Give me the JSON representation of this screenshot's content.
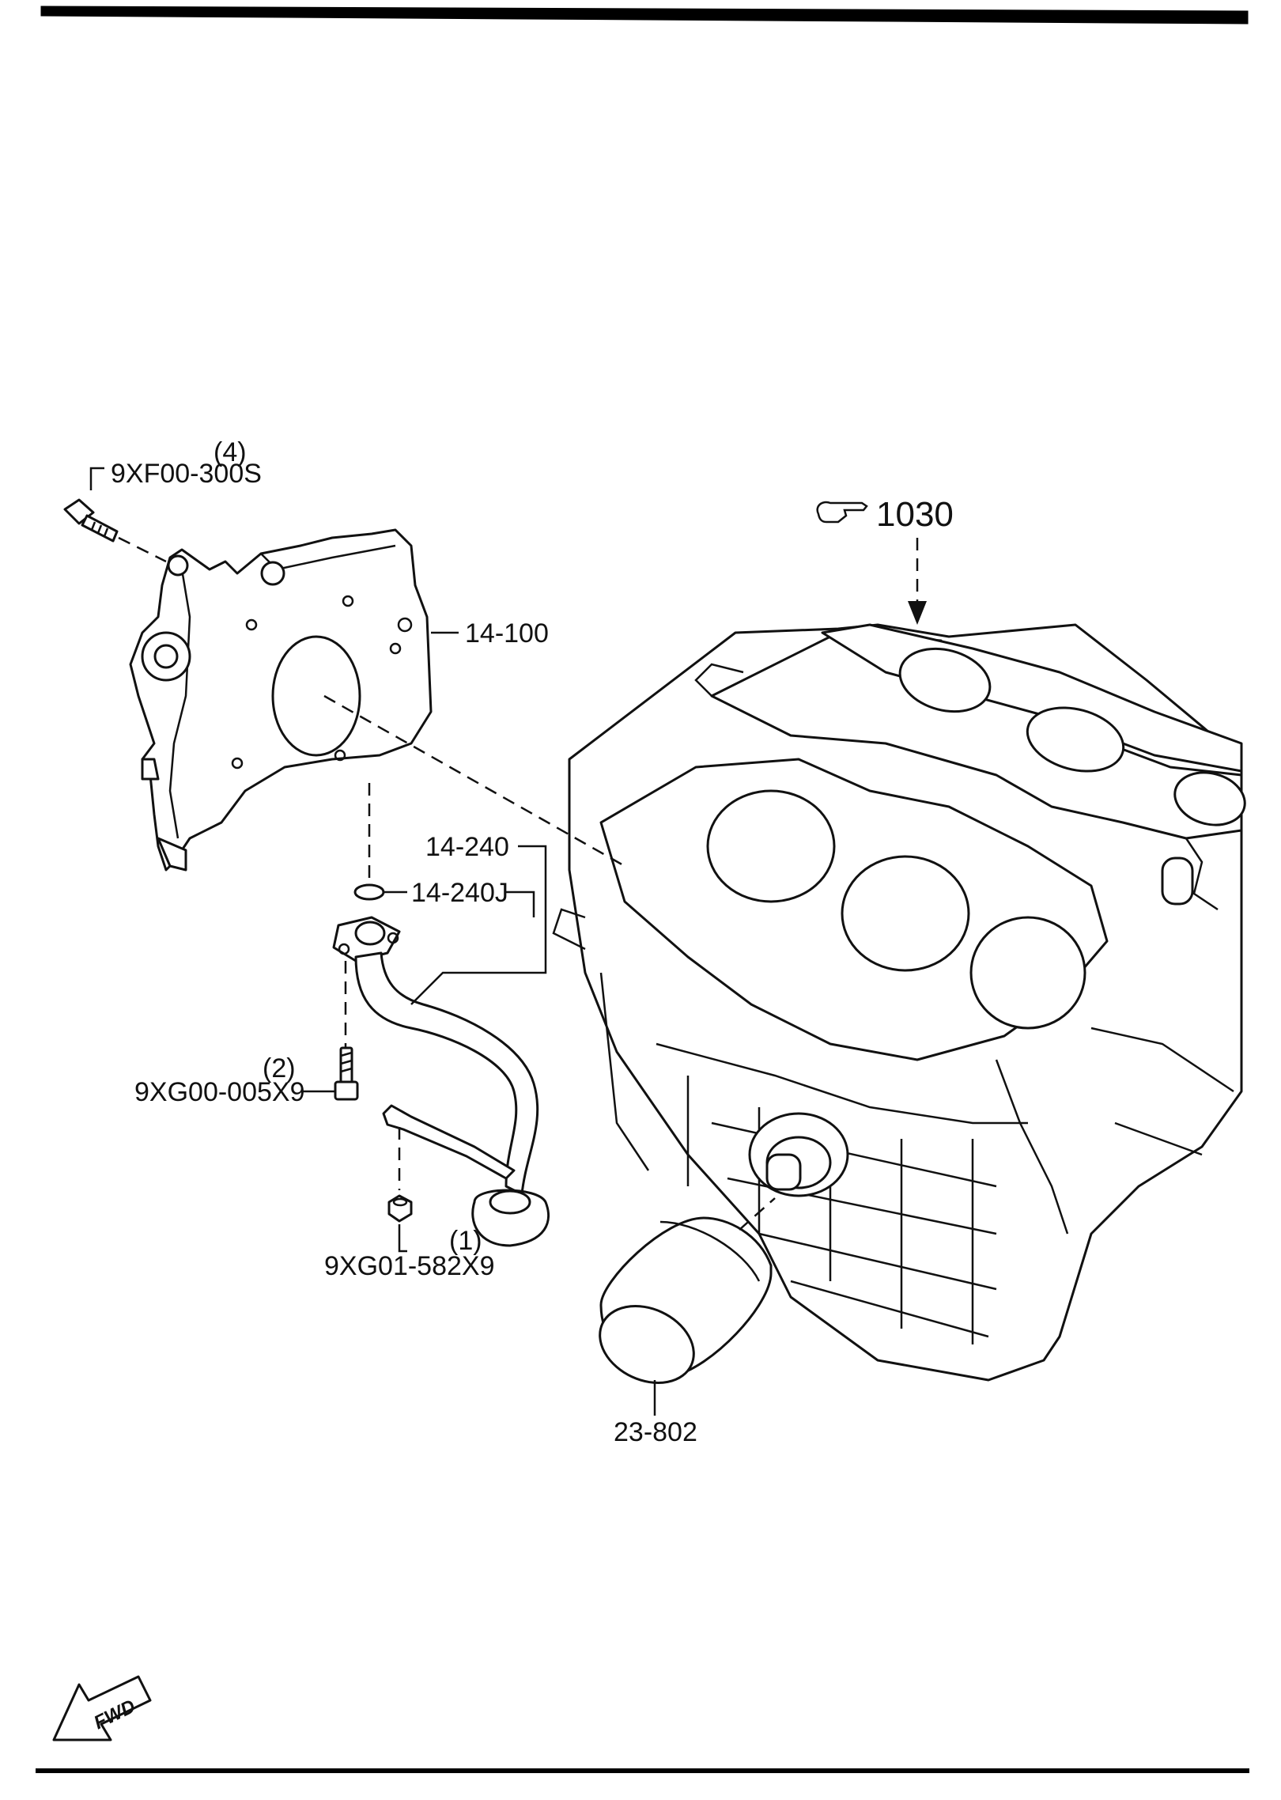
{
  "parts": {
    "bolt_top": {
      "number": "9XF00-300S",
      "qty": "(4)"
    },
    "front_cover": {
      "number": "14-100"
    },
    "ref_block": {
      "number": "1030"
    },
    "oil_strainer": {
      "number": "14-240"
    },
    "gasket": {
      "number": "14-240J"
    },
    "bolt_strainer": {
      "number": "9XG00-005X9",
      "qty": "(2)"
    },
    "nut_strainer": {
      "number": "9XG01-582X9",
      "qty": "(1)"
    },
    "oil_filter": {
      "number": "23-802"
    }
  },
  "fwd_label": "FWD",
  "colors": {
    "line": "#111111",
    "background": "#ffffff"
  }
}
